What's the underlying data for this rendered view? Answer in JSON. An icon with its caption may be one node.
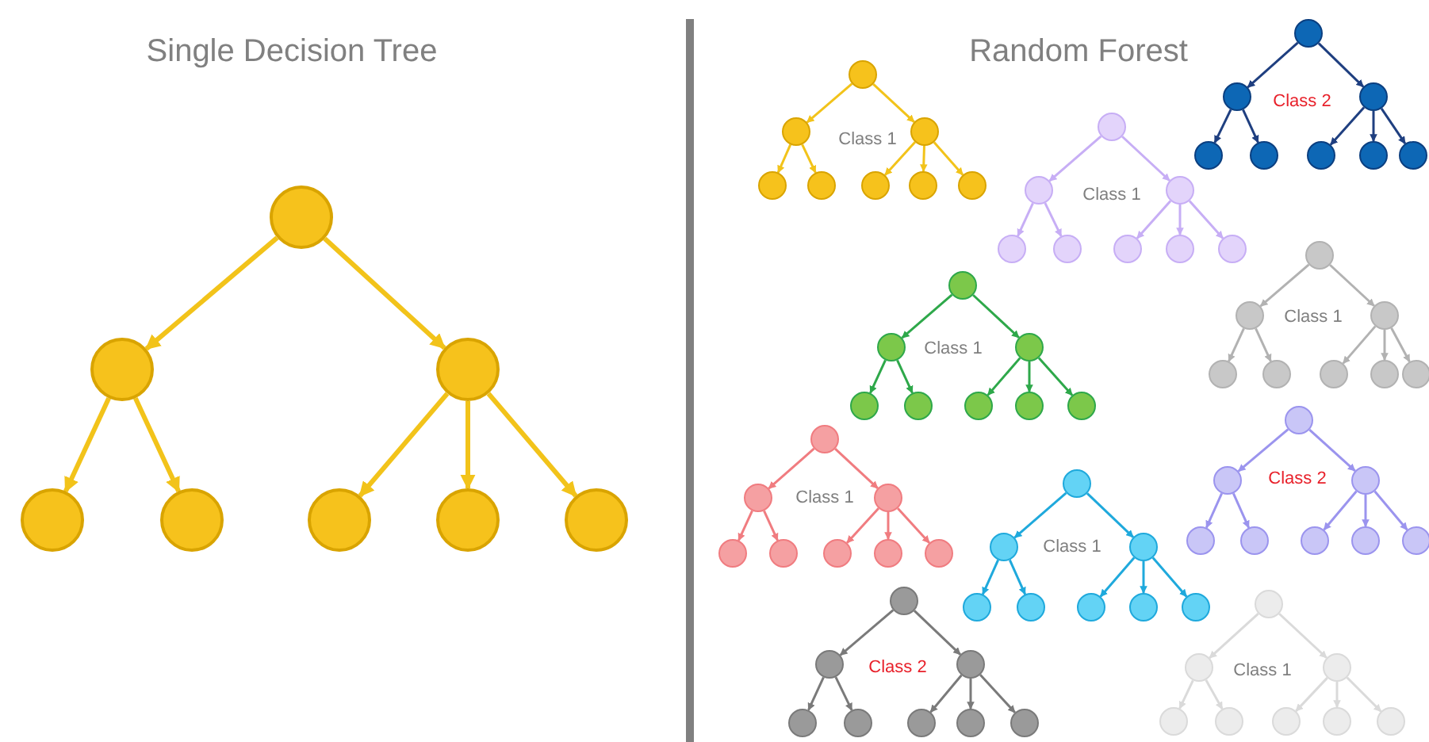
{
  "diagram": {
    "nodes": [
      {
        "text": [],
        "shape": "circle"
      },
      {
        "text": [],
        "shape": "circle"
      },
      {
        "text": [],
        "shape": "circle"
      },
      {
        "text": [],
        "shape": "circle"
      },
      {
        "text": [],
        "shape": "circle"
      },
      {
        "text": [],
        "shape": "circle"
      },
      {
        "text": [],
        "shape": "circle"
      },
      {
        "text": [],
        "shape": "circle"
      },
      {
        "text": [],
        "shape": "circle"
      },
      {
        "text": [],
        "shape": "circle"
      },
      {
        "text": [],
        "shape": "circle"
      },
      {
        "text": [],
        "shape": "circle"
      },
      {
        "text": [],
        "shape": "circle"
      },
      {
        "text": [],
        "shape": "circle"
      },
      {
        "text": [],
        "shape": "circle"
      },
      {
        "text": [],
        "shape": "circle"
      },
      {
        "text": [],
        "shape": "circle"
      },
      {
        "text": [],
        "shape": "circle"
      },
      {
        "text": [],
        "shape": "circle"
      },
      {
        "text": [],
        "shape": "circle"
      },
      {
        "text": [],
        "shape": "circle"
      },
      {
        "text": [],
        "shape": "circle"
      },
      {
        "text": [],
        "shape": "circle"
      },
      {
        "text": [],
        "shape": "circle"
      },
      {
        "text": [],
        "shape": "circle"
      },
      {
        "text": [],
        "shape": "circle"
      },
      {
        "text": [],
        "shape": "circle"
      },
      {
        "text": [],
        "shape": "circle"
      },
      {
        "text": [],
        "shape": "circle"
      },
      {
        "text": [],
        "shape": "circle"
      },
      {
        "text": [],
        "shape": "circle"
      },
      {
        "text": [],
        "shape": "circle"
      },
      {
        "text": [],
        "shape": "circle"
      },
      {
        "text": [],
        "shape": "circle"
      },
      {
        "text": [],
        "shape": "circle"
      },
      {
        "text": [],
        "shape": "circle"
      },
      {
        "text": [],
        "shape": "circle"
      },
      {
        "text": [],
        "shape": "circle"
      },
      {
        "text": [],
        "shape": "circle"
      },
      {
        "text": [],
        "shape": "circle"
      },
      {
        "text": [],
        "shape": "circle"
      },
      {
        "text": [],
        "shape": "circle"
      },
      {
        "text": [],
        "shape": "circle"
      },
      {
        "text": [],
        "shape": "circle"
      },
      {
        "text": [],
        "shape": "circle"
      },
      {
        "text": [],
        "shape": "circle"
      },
      {
        "text": [],
        "shape": "circle"
      },
      {
        "text": [],
        "shape": "circle"
      },
      {
        "text": [],
        "shape": "circle"
      },
      {
        "text": [],
        "shape": "circle"
      },
      {
        "text": [],
        "shape": "circle"
      },
      {
        "text": [],
        "shape": "circle"
      },
      {
        "text": [],
        "shape": "circle"
      },
      {
        "text": [],
        "shape": "circle"
      },
      {
        "text": [],
        "shape": "circle"
      },
      {
        "text": [],
        "shape": "circle"
      },
      {
        "text": [],
        "shape": "circle"
      },
      {
        "text": [],
        "shape": "circle"
      },
      {
        "text": [],
        "shape": "circle"
      },
      {
        "text": [],
        "shape": "circle"
      },
      {
        "text": [],
        "shape": "circle"
      },
      {
        "text": [],
        "shape": "circle"
      },
      {
        "text": [],
        "shape": "circle"
      },
      {
        "text": [],
        "shape": "circle"
      },
      {
        "text": [],
        "shape": "circle"
      },
      {
        "text": [],
        "shape": "circle"
      },
      {
        "text": [],
        "shape": "circle"
      },
      {
        "text": [],
        "shape": "circle"
      },
      {
        "text": [],
        "shape": "circle"
      },
      {
        "text": [],
        "shape": "circle"
      },
      {
        "text": [],
        "shape": "circle"
      },
      {
        "text": [],
        "shape": "circle"
      },
      {
        "text": [],
        "shape": "circle"
      },
      {
        "text": [],
        "shape": "circle"
      },
      {
        "text": [],
        "shape": "circle"
      },
      {
        "text": [],
        "shape": "circle"
      },
      {
        "text": [],
        "shape": "circle"
      },
      {
        "text": [],
        "shape": "circle"
      },
      {
        "text": [],
        "shape": "circle"
      },
      {
        "text": [],
        "shape": "circle"
      },
      {
        "text": [],
        "shape": "circle"
      },
      {
        "text": [],
        "shape": "circle"
      },
      {
        "text": [],
        "shape": "circle"
      },
      {
        "text": [],
        "shape": "circle"
      },
      {
        "text": [],
        "shape": "circle"
      },
      {
        "text": [],
        "shape": "circle"
      },
      {
        "text": [],
        "shape": "circle"
      },
      {
        "text": [],
        "shape": "circle"
      }
    ],
    "edges": [
      {
        "from": 0,
        "to": 1,
        "arrow": "to",
        "style": "thick"
      },
      {
        "from": 0,
        "to": 2,
        "arrow": "to",
        "style": "thick"
      },
      {
        "from": 1,
        "to": 3,
        "arrow": "to",
        "style": "thick"
      },
      {
        "from": 1,
        "to": 4,
        "arrow": "to",
        "style": "thick"
      },
      {
        "from": 2,
        "to": 5,
        "arrow": "to",
        "style": "thick"
      },
      {
        "from": 2,
        "to": 6,
        "arrow": "to",
        "style": "thick"
      },
      {
        "from": 2,
        "to": 7,
        "arrow": "to",
        "style": "thick"
      },
      {
        "from": 8,
        "to": 9,
        "arrow": "to",
        "color": "#1f3f80"
      },
      {
        "from": 8,
        "to": 10,
        "arrow": "to",
        "color": "#1f3f80"
      },
      {
        "from": 9,
        "to": 11,
        "arrow": "to",
        "color": "#1f3f80"
      },
      {
        "from": 9,
        "to": 12,
        "arrow": "to",
        "color": "#1f3f80"
      },
      {
        "from": 10,
        "to": 13,
        "arrow": "to",
        "color": "#1f3f80"
      },
      {
        "from": 10,
        "to": 14,
        "arrow": "to",
        "color": "#1f3f80"
      },
      {
        "from": 10,
        "to": 15,
        "arrow": "to",
        "color": "#1f3f80"
      },
      {
        "from": 16,
        "to": 17,
        "arrow": "to"
      },
      {
        "from": 16,
        "to": 18,
        "arrow": "to"
      },
      {
        "from": 17,
        "to": 19,
        "arrow": "to"
      },
      {
        "from": 17,
        "to": 20,
        "arrow": "to"
      },
      {
        "from": 18,
        "to": 21,
        "arrow": "to"
      },
      {
        "from": 18,
        "to": 22,
        "arrow": "to"
      },
      {
        "from": 18,
        "to": 23,
        "arrow": "to"
      },
      {
        "from": 24,
        "to": 25,
        "arrow": "to",
        "color": "#c7aef5"
      },
      {
        "from": 24,
        "to": 26,
        "arrow": "to",
        "color": "#c7aef5"
      },
      {
        "from": 25,
        "to": 27,
        "arrow": "to",
        "color": "#c7aef5"
      },
      {
        "from": 25,
        "to": 28,
        "arrow": "to",
        "color": "#c7aef5"
      },
      {
        "from": 26,
        "to": 29,
        "arrow": "to",
        "color": "#c7aef5"
      },
      {
        "from": 26,
        "to": 30,
        "arrow": "to",
        "color": "#c7aef5"
      },
      {
        "from": 26,
        "to": 31,
        "arrow": "to",
        "color": "#c7aef5"
      },
      {
        "from": 32,
        "to": 33,
        "arrow": "to",
        "color": "#b2b2b2"
      },
      {
        "from": 32,
        "to": 34,
        "arrow": "to",
        "color": "#b2b2b2"
      },
      {
        "from": 33,
        "to": 35,
        "arrow": "to",
        "color": "#b2b2b2"
      },
      {
        "from": 33,
        "to": 36,
        "arrow": "to",
        "color": "#b2b2b2"
      },
      {
        "from": 34,
        "to": 37,
        "arrow": "to",
        "color": "#b2b2b2"
      },
      {
        "from": 34,
        "to": 38,
        "arrow": "to",
        "color": "#b2b2b2"
      },
      {
        "from": 34,
        "to": 39,
        "arrow": "to",
        "color": "#b2b2b2"
      },
      {
        "from": 40,
        "to": 41,
        "arrow": "to",
        "color": "#2ea84a"
      },
      {
        "from": 40,
        "to": 42,
        "arrow": "to",
        "color": "#2ea84a"
      },
      {
        "from": 41,
        "to": 43,
        "arrow": "to",
        "color": "#2ea84a"
      },
      {
        "from": 41,
        "to": 44,
        "arrow": "to",
        "color": "#2ea84a"
      },
      {
        "from": 42,
        "to": 45,
        "arrow": "to",
        "color": "#2ea84a"
      },
      {
        "from": 42,
        "to": 46,
        "arrow": "to",
        "color": "#2ea84a"
      },
      {
        "from": 42,
        "to": 47,
        "arrow": "to",
        "color": "#2ea84a"
      },
      {
        "from": 48,
        "to": 49,
        "arrow": "to",
        "color": "#9b94ee"
      },
      {
        "from": 48,
        "to": 50,
        "arrow": "to",
        "color": "#9b94ee"
      },
      {
        "from": 49,
        "to": 51,
        "arrow": "to",
        "color": "#9b94ee"
      },
      {
        "from": 49,
        "to": 52,
        "arrow": "to",
        "color": "#9b94ee"
      },
      {
        "from": 50,
        "to": 53,
        "arrow": "to",
        "color": "#9b94ee"
      },
      {
        "from": 50,
        "to": 54,
        "arrow": "to",
        "color": "#9b94ee"
      },
      {
        "from": 50,
        "to": 55,
        "arrow": "to",
        "color": "#9b94ee"
      },
      {
        "from": 56,
        "to": 57,
        "arrow": "to",
        "color": "#f07c80"
      },
      {
        "from": 56,
        "to": 58,
        "arrow": "to",
        "color": "#f07c80"
      },
      {
        "from": 57,
        "to": 59,
        "arrow": "to",
        "color": "#f07c80"
      },
      {
        "from": 57,
        "to": 60,
        "arrow": "to",
        "color": "#f07c80"
      },
      {
        "from": 58,
        "to": 61,
        "arrow": "to",
        "color": "#f07c80"
      },
      {
        "from": 58,
        "to": 62,
        "arrow": "to",
        "color": "#f07c80"
      },
      {
        "from": 58,
        "to": 63,
        "arrow": "to",
        "color": "#f07c80"
      },
      {
        "from": 64,
        "to": 65,
        "arrow": "to",
        "color": "#1fa9dc"
      },
      {
        "from": 64,
        "to": 66,
        "arrow": "to",
        "color": "#1fa9dc"
      },
      {
        "from": 65,
        "to": 67,
        "arrow": "to",
        "color": "#1fa9dc"
      },
      {
        "from": 65,
        "to": 68,
        "arrow": "to",
        "color": "#1fa9dc"
      },
      {
        "from": 66,
        "to": 69,
        "arrow": "to",
        "color": "#1fa9dc"
      },
      {
        "from": 66,
        "to": 70,
        "arrow": "to",
        "color": "#1fa9dc"
      },
      {
        "from": 66,
        "to": 71,
        "arrow": "to",
        "color": "#1fa9dc"
      },
      {
        "from": 72,
        "to": 73,
        "arrow": "to",
        "color": "#7a7a7a"
      },
      {
        "from": 72,
        "to": 74,
        "arrow": "to",
        "color": "#7a7a7a"
      },
      {
        "from": 73,
        "to": 75,
        "arrow": "to",
        "color": "#7a7a7a"
      },
      {
        "from": 73,
        "to": 76,
        "arrow": "to",
        "color": "#7a7a7a"
      },
      {
        "from": 74,
        "to": 77,
        "arrow": "to",
        "color": "#7a7a7a"
      },
      {
        "from": 74,
        "to": 78,
        "arrow": "to",
        "color": "#7a7a7a"
      },
      {
        "from": 74,
        "to": 79,
        "arrow": "to",
        "color": "#7a7a7a"
      },
      {
        "from": 80,
        "to": 81,
        "arrow": "to",
        "color": "#dadada"
      },
      {
        "from": 80,
        "to": 82,
        "arrow": "to",
        "color": "#dadada"
      },
      {
        "from": 81,
        "to": 83,
        "arrow": "to",
        "color": "#dadada"
      },
      {
        "from": 81,
        "to": 84,
        "arrow": "to",
        "color": "#dadada"
      },
      {
        "from": 82,
        "to": 85,
        "arrow": "to",
        "color": "#dadada"
      },
      {
        "from": 82,
        "to": 86,
        "arrow": "to",
        "color": "#dadada"
      },
      {
        "from": 82,
        "to": 87,
        "arrow": "to",
        "color": "#dadada"
      }
    ],
    "labels": [
      "Single Decision Tree",
      "Random Forest",
      "Class 2",
      "Class 1",
      "Class 1",
      "Class 1",
      "Class 1",
      "Class 2",
      "Class 1",
      "Class 1",
      "Class 2",
      "Class 1"
    ]
  }
}
